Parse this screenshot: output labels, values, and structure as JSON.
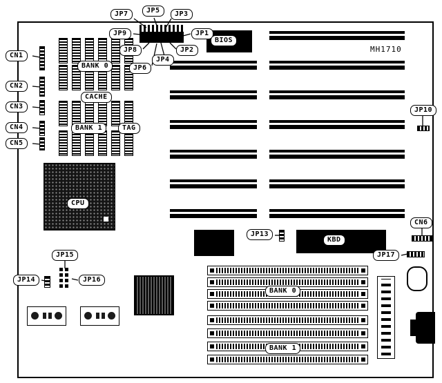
{
  "board": {
    "model": "MH1710"
  },
  "labels": {
    "jp1": "JP1",
    "jp2": "JP2",
    "jp3": "JP3",
    "jp4": "JP4",
    "jp5": "JP5",
    "jp6": "JP6",
    "jp7": "JP7",
    "jp8": "JP8",
    "jp9": "JP9",
    "jp10": "JP10",
    "jp13": "JP13",
    "jp14": "JP14",
    "jp15": "JP15",
    "jp16": "JP16",
    "jp17": "JP17",
    "cn1": "CN1",
    "cn2": "CN2",
    "cn3": "CN3",
    "cn4": "CN4",
    "cn5": "CN5",
    "cn6": "CN6",
    "bank0_dram": "BANK 0",
    "cache": "CACHE",
    "bank1_dram": "BANK 1",
    "tag": "TAG",
    "cpu": "CPU",
    "bios": "BIOS",
    "kbd": "KBD",
    "bank0_simm": "BANK 0",
    "bank1_simm": "BANK 1"
  }
}
